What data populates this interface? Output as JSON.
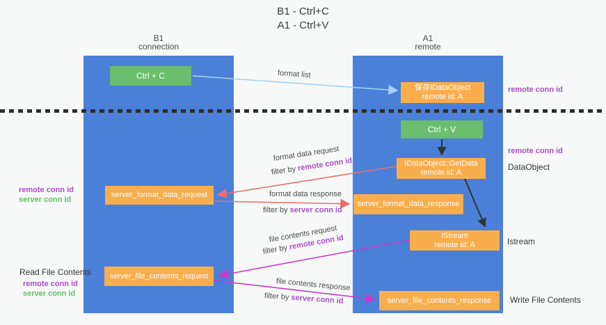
{
  "title": {
    "line1": "B1 - Ctrl+C",
    "line2": "A1 - Ctrl+V"
  },
  "lanes": {
    "b1": {
      "name": "B1",
      "subtitle": "connection"
    },
    "a1": {
      "name": "A1",
      "subtitle": "remote"
    }
  },
  "nodes": {
    "ctrl_c": {
      "label": "Ctrl + C"
    },
    "save_idataobject": {
      "line1": "保存IDataObject",
      "line2": "remote id: A"
    },
    "ctrl_v": {
      "label": "Ctrl + V"
    },
    "getdata": {
      "line1": "IDataObject::GetData",
      "line2": "remote id: A"
    },
    "istream": {
      "line1": "IStream",
      "line2": "remote id: A"
    },
    "server_format_data_request": {
      "label": "server_format_data_request"
    },
    "server_format_data_response": {
      "label": "server_format_data_response"
    },
    "server_file_contents_request": {
      "label": "server_file_contents_request"
    },
    "server_file_contents_response": {
      "label": "server_file_contents_response"
    }
  },
  "edge_labels": {
    "format_list": "format list",
    "format_data_request": "format data request",
    "format_data_response": "format data response",
    "file_contents_request": "file contents request",
    "file_contents_response": "file contents response",
    "filter_by": "filter by ",
    "remote_conn_id": "remote conn id",
    "server_conn_id": "server conn id"
  },
  "side_labels": {
    "remote_conn_id": "remote conn id",
    "server_conn_id": "server conn id",
    "dataobject": "DataObject",
    "istream": "Istream",
    "read_file_contents": "Read File Contents",
    "write_file_contents": "Write File Contents"
  },
  "colors": {
    "lane_blue": "#4a80d8",
    "node_green": "#6abe6e",
    "node_orange": "#f9ae4d",
    "arrow_light_blue": "#a9d2f2",
    "arrow_red": "#ec6e6c",
    "arrow_magenta": "#c93bc9",
    "arrow_black": "#333333",
    "text_purple": "#a74fcb",
    "text_green": "#67bd68"
  }
}
